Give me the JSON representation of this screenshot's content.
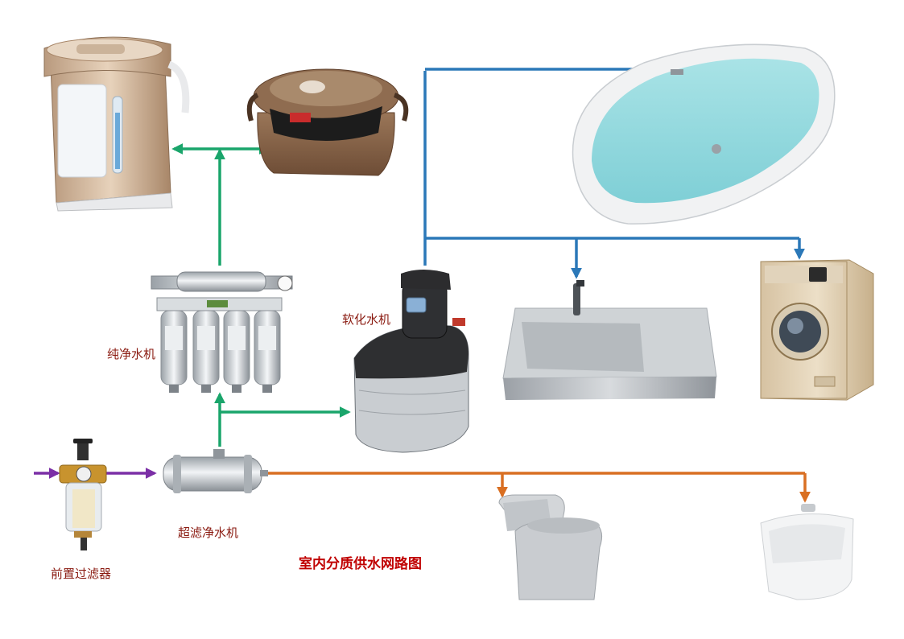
{
  "title": "室内分质供水网路图",
  "labels": {
    "prefilter": "前置过滤器",
    "ultrafilter": "超滤净水机",
    "purifier": "纯净水机",
    "softener": "软化水机"
  },
  "colors": {
    "label_text": "#8a1a10",
    "title_text": "#c00000",
    "inlet_pipe": "#7b2fa6",
    "pure_pipe": "#1aa56b",
    "soft_pipe": "#2b78b8",
    "ultra_pipe": "#d96f22"
  },
  "devices": [
    {
      "name": "water-dispenser",
      "icon": "thermo-pot-icon"
    },
    {
      "name": "rice-cooker",
      "icon": "rice-cooker-icon"
    },
    {
      "name": "bathtub",
      "icon": "bathtub-icon"
    },
    {
      "name": "washbasin",
      "icon": "sink-icon"
    },
    {
      "name": "washing-machine",
      "icon": "washing-machine-icon"
    },
    {
      "name": "toilet",
      "icon": "toilet-icon"
    },
    {
      "name": "mop-sink",
      "icon": "mop-basin-icon"
    }
  ]
}
